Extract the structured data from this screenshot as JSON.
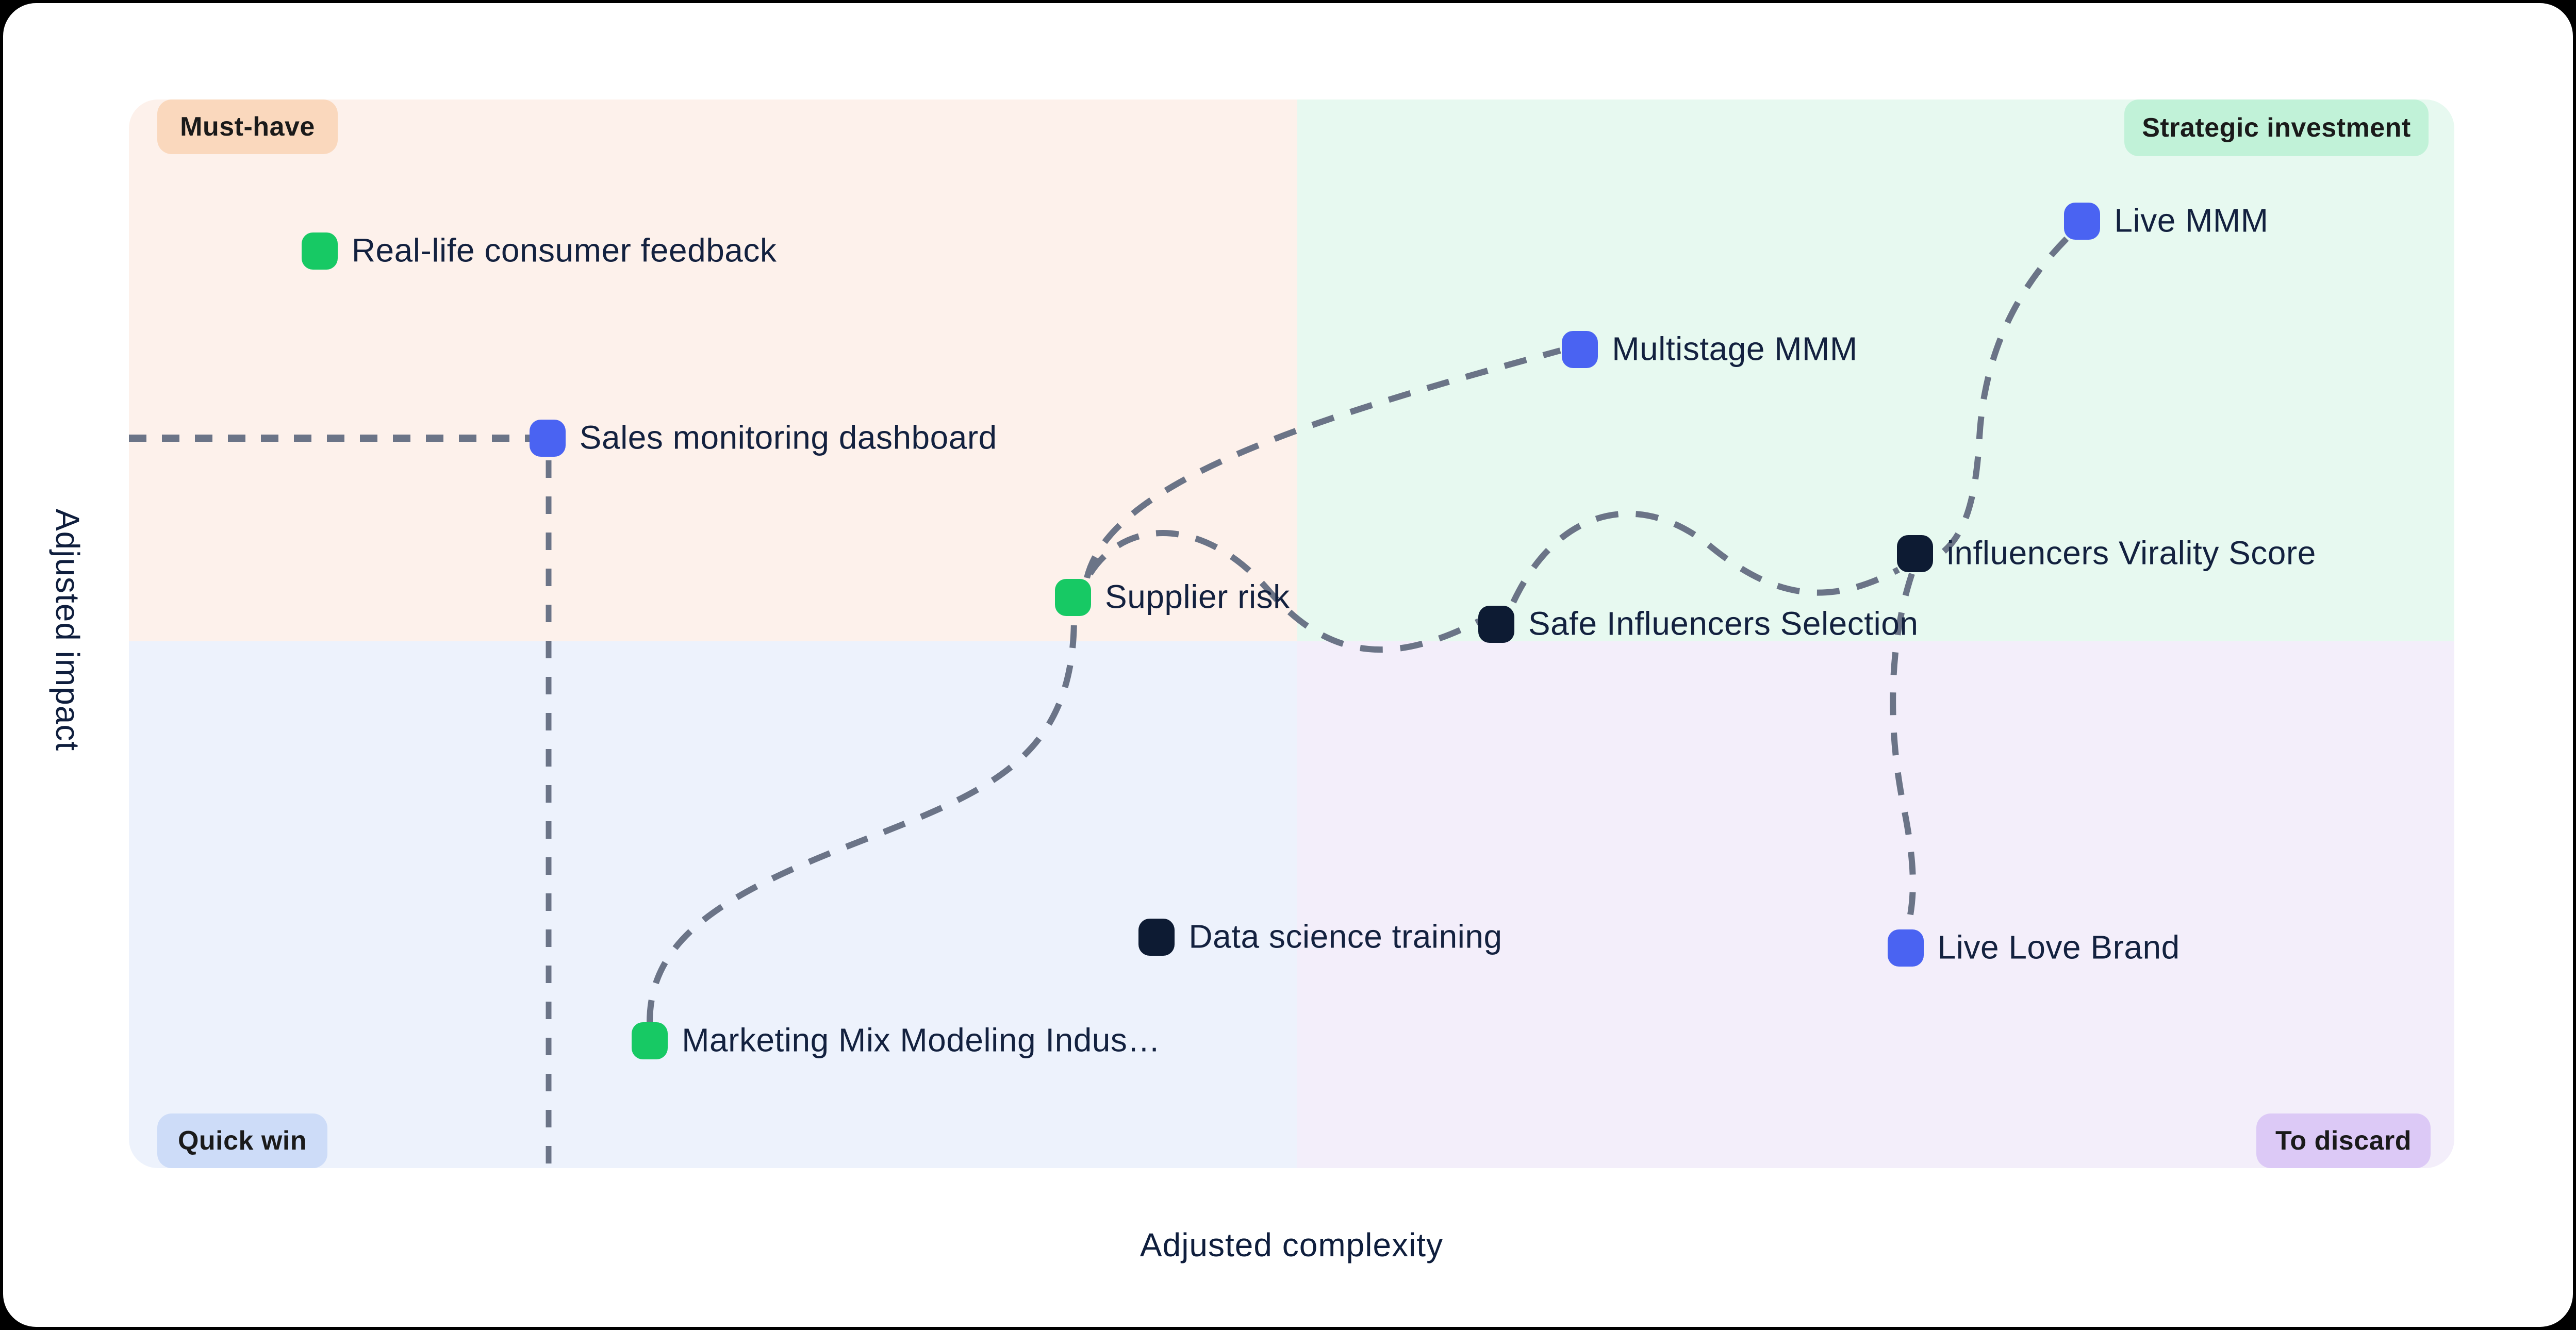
{
  "colors": {
    "page_background": "#000000",
    "card_background": "#ffffff",
    "green": "#17c964",
    "blue": "#4a63f2",
    "navy": "#0d1b33",
    "label_text": "#13213f",
    "badge_text": "#1a1a1a",
    "connector": "#6b7487"
  },
  "axes": {
    "x_label": "Adjusted complexity",
    "y_label": "Adjusted impact"
  },
  "quadrants": {
    "top_left": {
      "label": "Must-have",
      "bg": "#fdf1eb",
      "badge_bg": "#fad8bd"
    },
    "top_right": {
      "label": "Strategic investment",
      "bg": "#e7f9f0",
      "badge_bg": "#c1f2d8"
    },
    "bottom_left": {
      "label": "Quick win",
      "bg": "#edf2fc",
      "badge_bg": "#cddcf8"
    },
    "bottom_right": {
      "label": "To discard",
      "bg": "#f3eefa",
      "badge_bg": "#dcc9f6"
    }
  },
  "chart_data": {
    "type": "scatter",
    "variant": "quadrant-matrix",
    "title": "",
    "xlabel": "Adjusted complexity",
    "ylabel": "Adjusted impact",
    "x_range": [
      0,
      100
    ],
    "y_range": [
      0,
      100
    ],
    "grid": false,
    "quadrant_labels": [
      "Must-have",
      "Strategic investment",
      "Quick win",
      "To discard"
    ],
    "points": [
      {
        "label": "Real-life consumer feedback",
        "color": "green",
        "x": 8.2,
        "y": 85.8,
        "quadrant": "Must-have"
      },
      {
        "label": "Sales monitoring dashboard",
        "color": "blue",
        "x": 18.0,
        "y": 68.3,
        "quadrant": "Must-have"
      },
      {
        "label": "Supplier risk",
        "color": "green",
        "x": 40.6,
        "y": 53.4,
        "quadrant": "Must-have"
      },
      {
        "label": "Multistage MMM",
        "color": "blue",
        "x": 62.4,
        "y": 76.6,
        "quadrant": "Strategic investment"
      },
      {
        "label": "Live MMM",
        "color": "blue",
        "x": 84.0,
        "y": 88.6,
        "quadrant": "Strategic investment"
      },
      {
        "label": "Safe Influencers Selection",
        "color": "navy",
        "x": 58.8,
        "y": 50.9,
        "quadrant": "Strategic investment"
      },
      {
        "label": "influencers Virality Score",
        "color": "navy",
        "x": 76.8,
        "y": 57.5,
        "quadrant": "Strategic investment"
      },
      {
        "label": "Marketing Mix Modeling Indus…",
        "color": "green",
        "x": 22.4,
        "y": 11.9,
        "quadrant": "Quick win"
      },
      {
        "label": "Data science training",
        "color": "navy",
        "x": 44.2,
        "y": 21.6,
        "quadrant": "Quick win"
      },
      {
        "label": "Live Love Brand",
        "color": "blue",
        "x": 76.4,
        "y": 20.6,
        "quadrant": "To discard"
      }
    ],
    "connections": [
      {
        "from": "y-axis",
        "to": "Sales monitoring dashboard",
        "style": "dashed-horizontal"
      },
      {
        "from": "Sales monitoring dashboard",
        "to": "x-axis",
        "style": "dashed-vertical"
      },
      {
        "from": "Marketing Mix Modeling Indus…",
        "to": "Supplier risk",
        "style": "dashed-curve"
      },
      {
        "from": "Supplier risk",
        "to": "Multistage MMM",
        "style": "dashed-curve"
      },
      {
        "from": "Supplier risk",
        "to": "Safe Influencers Selection",
        "style": "dashed-curve"
      },
      {
        "from": "Safe Influencers Selection",
        "to": "influencers Virality Score",
        "style": "dashed-curve"
      },
      {
        "from": "Live MMM",
        "to": "influencers Virality Score",
        "style": "dashed-curve"
      },
      {
        "from": "influencers Virality Score",
        "to": "Live Love Brand",
        "style": "dashed-curve"
      }
    ]
  }
}
